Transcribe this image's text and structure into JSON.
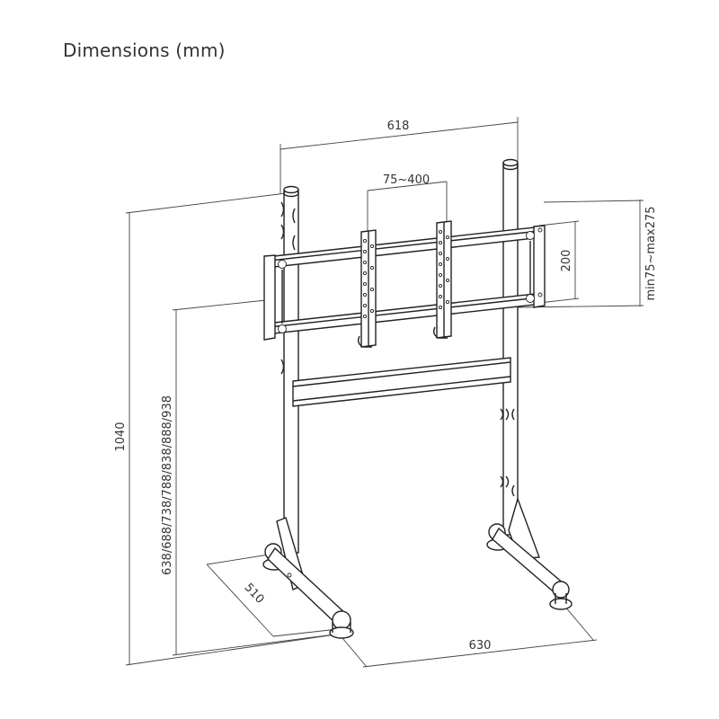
{
  "title": "Dimensions (mm)",
  "dimensions": {
    "width_top": "618",
    "vesa_horizontal": "75~400",
    "vesa_vertical": "200",
    "bracket_height": "min75~max275",
    "total_height": "1040",
    "mount_height": "638/688/738/788/838/888/938",
    "base_depth": "510",
    "base_width": "630"
  }
}
